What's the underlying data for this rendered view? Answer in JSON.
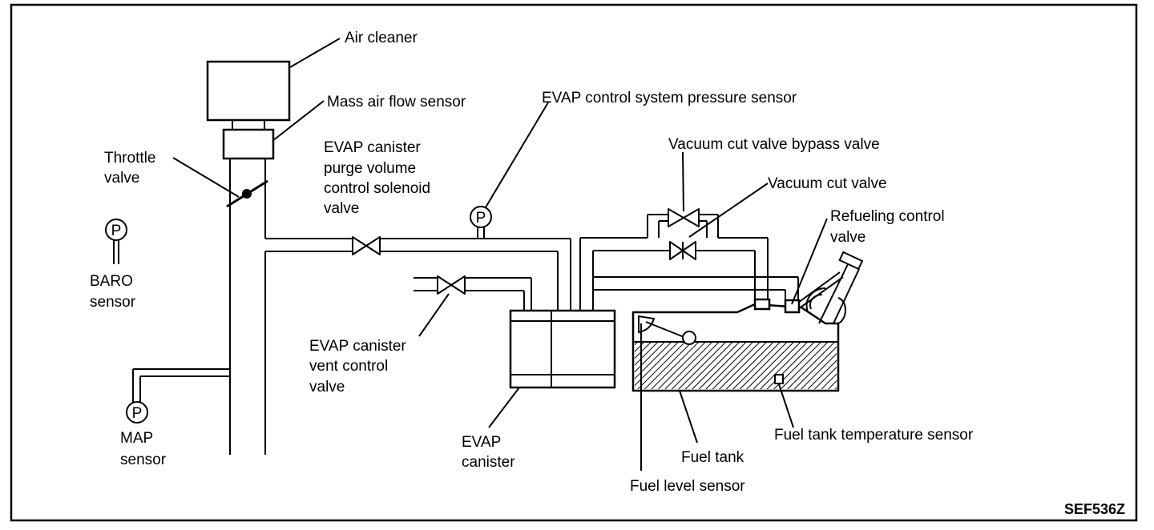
{
  "figure_code": "SEF536Z",
  "labels": {
    "air_cleaner": "Air cleaner",
    "mass_air_flow_sensor": "Mass air flow sensor",
    "throttle_valve": [
      "Throttle",
      "valve"
    ],
    "baro_sensor": [
      "BARO",
      "sensor"
    ],
    "map_sensor": [
      "MAP",
      "sensor"
    ],
    "evap_purge_valve": [
      "EVAP canister",
      "purge volume",
      "control solenoid",
      "valve"
    ],
    "evap_pressure_sensor": "EVAP control system pressure sensor",
    "vacuum_cut_bypass_valve": "Vacuum cut valve bypass valve",
    "vacuum_cut_valve": "Vacuum cut valve",
    "refueling_control_valve": [
      "Refueling control",
      "valve"
    ],
    "evap_vent_valve": [
      "EVAP canister",
      "vent control",
      "valve"
    ],
    "evap_canister": [
      "EVAP",
      "canister"
    ],
    "fuel_tank": "Fuel tank",
    "fuel_level_sensor": "Fuel level sensor",
    "fuel_tank_temp_sensor": "Fuel tank temperature sensor"
  },
  "sensor_symbol": "P"
}
